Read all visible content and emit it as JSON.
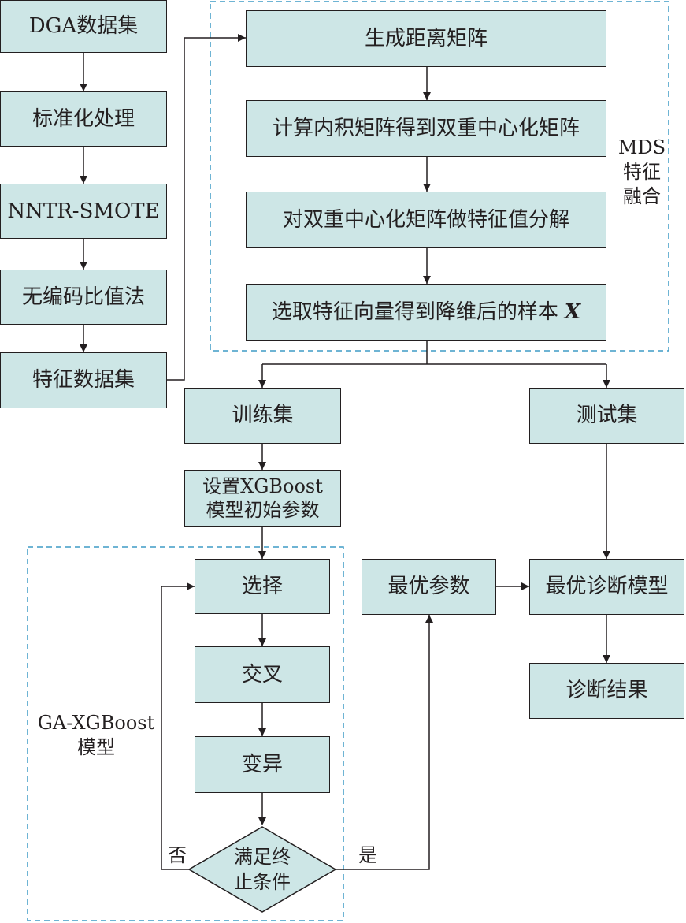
{
  "colors": {
    "box_fill": "#cde6e6",
    "line": "#231f20",
    "dashed_border": "#3f9cc6"
  },
  "left_column": [
    {
      "id": "dga",
      "label": "DGA数据集"
    },
    {
      "id": "std",
      "label": "标准化处理"
    },
    {
      "id": "nntr",
      "label": "NNTR-SMOTE"
    },
    {
      "id": "ratio",
      "label": "无编码比值法"
    },
    {
      "id": "featset",
      "label": "特征数据集"
    }
  ],
  "mds": {
    "group_label": [
      "MDS",
      "特征",
      "融合"
    ],
    "steps": [
      {
        "id": "dist",
        "label": "生成距离矩阵"
      },
      {
        "id": "inner",
        "label": "计算内积矩阵得到双重中心化矩阵"
      },
      {
        "id": "eig",
        "label": "对双重中心化矩阵做特征值分解"
      },
      {
        "id": "select",
        "label": "选取特征向量得到降维后的样本",
        "var": "X"
      }
    ]
  },
  "train": {
    "label": "训练集"
  },
  "test": {
    "label": "测试集"
  },
  "init_params": {
    "lines": [
      "设置XGBoost",
      "模型初始参数"
    ]
  },
  "ga": {
    "group_label": [
      "GA-XGBoost",
      "模型"
    ],
    "steps": [
      {
        "id": "selection",
        "label": "选择"
      },
      {
        "id": "crossover",
        "label": "交叉"
      },
      {
        "id": "mutation",
        "label": "变异"
      }
    ],
    "condition": {
      "lines": [
        "满足终",
        "止条件"
      ]
    },
    "no_label": "否",
    "yes_label": "是"
  },
  "best_params": {
    "label": "最优参数"
  },
  "best_model": {
    "label": "最优诊断模型"
  },
  "result": {
    "label": "诊断结果"
  }
}
